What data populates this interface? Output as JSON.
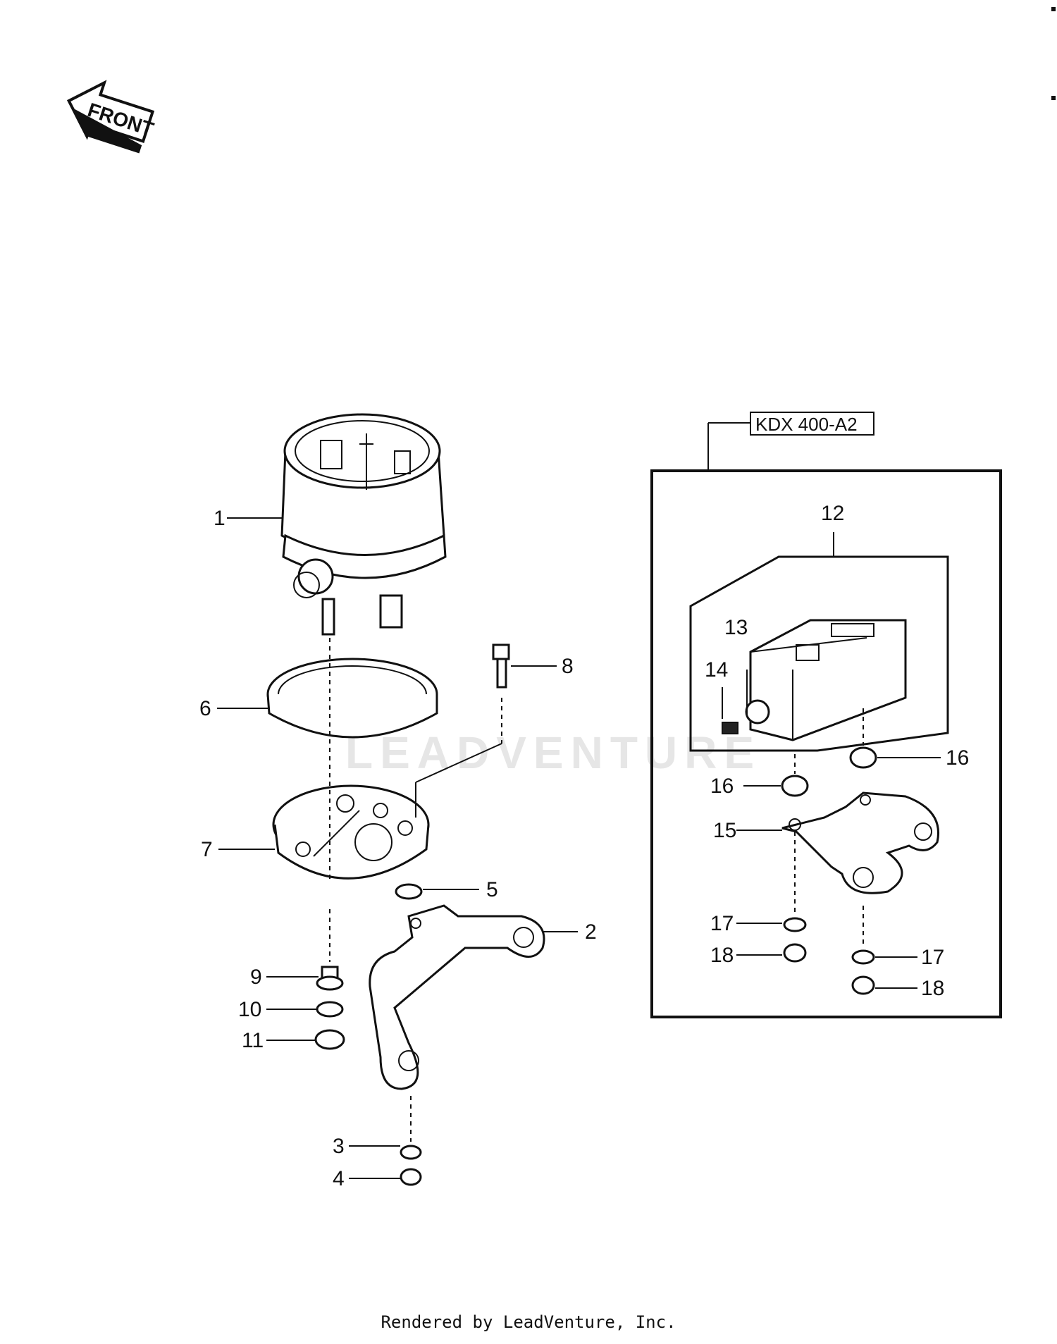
{
  "front_label": "FRONT",
  "model_label": "KDX 400-A2",
  "watermark": "LEADVENTURE",
  "footer_text": "Rendered by LeadVenture, Inc.",
  "callouts": {
    "c1": "1",
    "c2": "2",
    "c3": "3",
    "c4": "4",
    "c5": "5",
    "c6": "6",
    "c7": "7",
    "c8": "8",
    "c9": "9",
    "c10": "10",
    "c11": "11",
    "c12": "12",
    "c13": "13",
    "c14": "14",
    "c15": "15",
    "c16a": "16",
    "c16b": "16",
    "c17a": "17",
    "c17b": "17",
    "c18a": "18",
    "c18b": "18"
  }
}
